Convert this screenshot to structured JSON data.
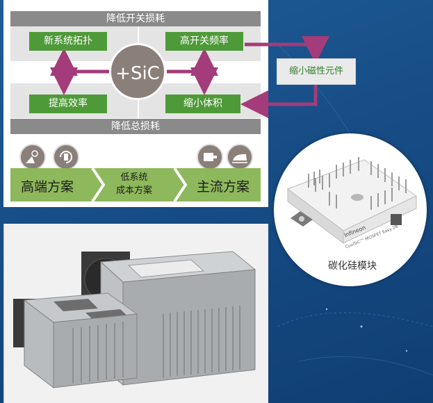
{
  "top_band": "降低开关损耗",
  "bottom_band": "降低总损耗",
  "center_label": "+SiC",
  "boxes": {
    "new_topology": "新系统拓扑",
    "high_freq": "高开关频率",
    "efficiency": "提高效率",
    "reduce_volume": "缩小体积",
    "reduce_magnetic": "缩小磁性元件"
  },
  "solutions": {
    "high_end": "高端方案",
    "low_cost_line1": "低系统",
    "low_cost_line2": "成本方案",
    "mainstream": "主流方案"
  },
  "module": {
    "brand": "Infineon",
    "product": "CoolSiC™ MOSFET Easy 2B",
    "caption": "碳化硅模块"
  },
  "colors": {
    "arrow": "#a43b7a",
    "green_box": "#4f9a38",
    "strip": "#8eb85c",
    "band": "#8a8a8a",
    "sic_circle": "#8b7f7a",
    "background": "#174d86"
  },
  "icons": [
    "sun-panel-icon",
    "battery-recycle-icon",
    "motor-icon",
    "train-icon"
  ]
}
